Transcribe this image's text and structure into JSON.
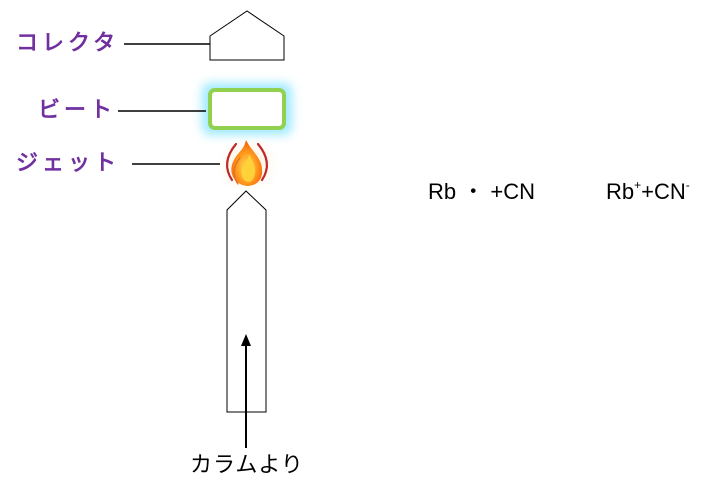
{
  "labels": {
    "collector": "コレクタ",
    "bead": "ビート",
    "jet": "ジェット"
  },
  "equation": {
    "left": "Rb ・ +CN",
    "right_base": "Rb",
    "right_sup1": "+",
    "right_mid": "+CN",
    "right_sup2": "-"
  },
  "column_caption": "カラムより",
  "colors": {
    "label_text": "#7030a0",
    "bead_border": "#92d050",
    "bead_glow": "#8fe6ff",
    "flame_outer": "#ff8a1c",
    "flame_inner": "#ffd23a",
    "flame_streak": "#c0282a"
  }
}
